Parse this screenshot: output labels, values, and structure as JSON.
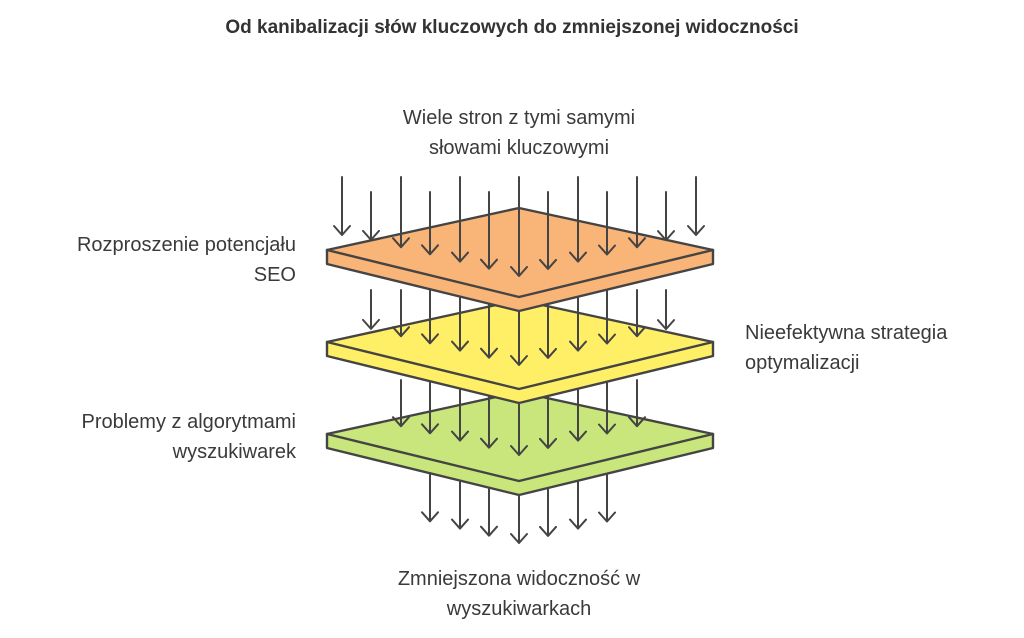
{
  "title": "Od kanibalizacji słów kluczowych do zmniejszonej widoczności",
  "labels": {
    "top": [
      "Wiele stron z tymi samymi",
      "słowami kluczowymi"
    ],
    "layer1": [
      "Rozproszenie potencjału",
      "SEO"
    ],
    "layer2": [
      "Nieefektywna strategia",
      "optymalizacji"
    ],
    "layer3": [
      "Problemy z algorytmami",
      "wyszukiwarek"
    ],
    "bottom": [
      "Zmniejszona widoczność w",
      "wyszukiwarkach"
    ]
  },
  "colors": {
    "layer1": "#F9B478",
    "layer2": "#FFEF66",
    "layer3": "#C8E67C",
    "stroke": "#444444"
  }
}
